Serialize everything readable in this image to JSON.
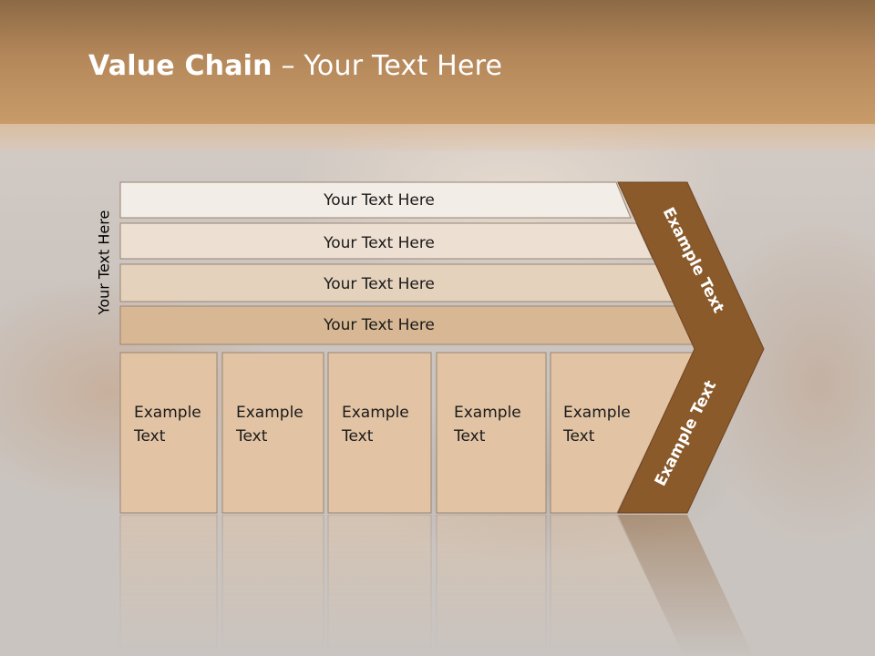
{
  "slide": {
    "title_bold": "Value Chain",
    "title_rest": " – Your Text Here",
    "side_label": "Your Text Here"
  },
  "support_rows": [
    {
      "label": "Your Text Here",
      "color": "#f3ede7"
    },
    {
      "label": "Your Text Here",
      "color": "#ede0d2"
    },
    {
      "label": "Your Text Here",
      "color": "#e5d2bd"
    },
    {
      "label": "Your Text Here",
      "color": "#d8b894"
    }
  ],
  "primary_boxes": [
    {
      "line1": "Example",
      "line2": "Text"
    },
    {
      "line1": "Example",
      "line2": "Text"
    },
    {
      "line1": "Example",
      "line2": "Text"
    },
    {
      "line1": "Example",
      "line2": "Text"
    },
    {
      "line1": "Example",
      "line2": "Text"
    }
  ],
  "margin": {
    "upper_label": "Example Text",
    "lower_label": "Example Text",
    "color": "#8b5a2b"
  },
  "colors": {
    "box_fill": "#e2c3a4",
    "box_stroke": "#9a8472",
    "header": "#b4875a"
  }
}
